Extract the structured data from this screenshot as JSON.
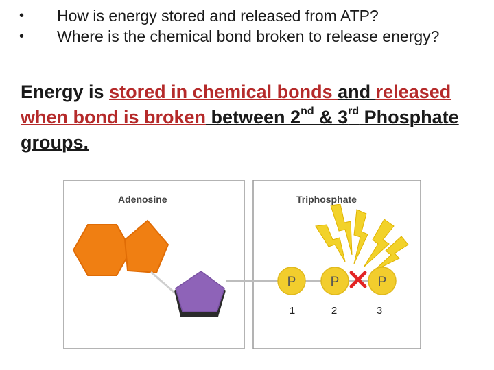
{
  "questions": [
    "How is energy stored and released from ATP?",
    "Where is the chemical bond broken to release energy?"
  ],
  "statement": {
    "part1": "Energy is ",
    "red1": "stored in chemical bonds ",
    "part2": "and ",
    "red2": "released when bond is broken",
    "part3": " between 2",
    "sup1": "nd",
    "part4": " & 3",
    "sup2": "rd",
    "part5": " Phosphate groups."
  },
  "diagram": {
    "adenosine_title": "Adenosine",
    "triphosphate_title": "Triphosphate",
    "phosphate_labels": [
      "P",
      "P",
      "P"
    ],
    "phosphate_numbers": [
      "1",
      "2",
      "3"
    ],
    "colors": {
      "base_ring": "#f07f12",
      "sugar_ring": "#8e63b8",
      "phosphate": "#f2cd2d",
      "energy_bolt": "#f2d22a",
      "break_mark": "#e32424"
    }
  }
}
